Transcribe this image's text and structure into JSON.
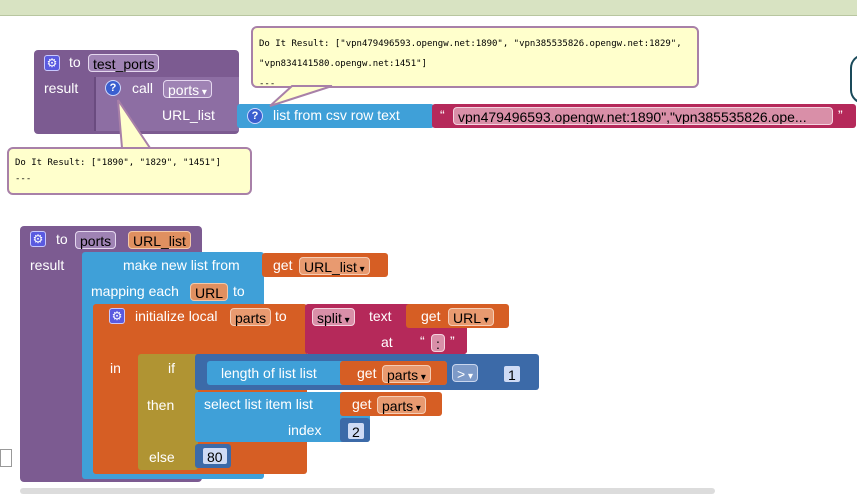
{
  "block1": {
    "to": "to",
    "name": "test_ports",
    "result": "result",
    "call": "call",
    "proc": "ports",
    "param": "URL_list",
    "list_from_csv": "list from csv row  text",
    "string_value": "vpn479496593.opengw.net:1890\",\"vpn385535826.ope...",
    "quote_open": "“",
    "quote_close": "”"
  },
  "bubble_top": {
    "line1": "Do It Result: [\"vpn479496593.opengw.net:1890\", \"vpn385535826.opengw.net:1829\",",
    "line2": "\"vpn834141580.opengw.net:1451\"]",
    "line3": "---"
  },
  "bubble_left": {
    "line1": "Do It Result: [\"1890\", \"1829\", \"1451\"]",
    "line2": "---"
  },
  "block2": {
    "to": "to",
    "name": "ports",
    "param": "URL_list",
    "result": "result",
    "make_list": "make new list from",
    "get": "get",
    "get_var": "URL_list",
    "mapping": "mapping each",
    "url_var": "URL",
    "to2": "to",
    "init_local": "initialize local",
    "local_name": "parts",
    "to3": "to",
    "split": "split",
    "text": "text",
    "get2": "get",
    "url_ref": "URL",
    "at": "at",
    "colon": ":",
    "in": "in",
    "if": "if",
    "length": "length of list  list",
    "get3": "get",
    "parts_ref": "parts",
    "op": ">",
    "one": "1",
    "then": "then",
    "select": "select list item  list",
    "get4": "get",
    "parts_ref2": "parts",
    "index": "index",
    "two": "2",
    "else": "else",
    "eighty": "80"
  }
}
